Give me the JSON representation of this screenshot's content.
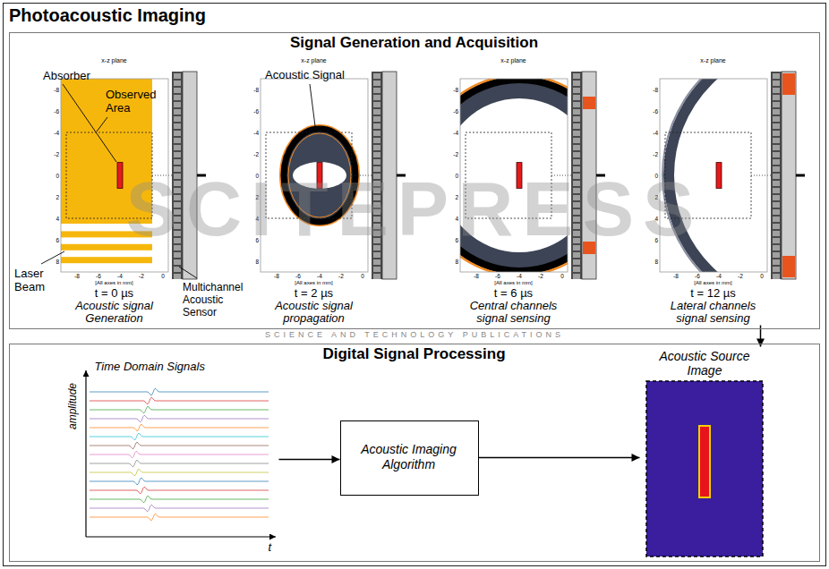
{
  "diagram": {
    "title": "Photoacoustic Imaging",
    "nodes": [
      {
        "text": [
          "Photoacoustic Imaging"
        ]
      },
      {
        "text": [
          "Signal Generation and Acquisition"
        ],
        "in": 0
      },
      {
        "text": [
          "x-z plane",
          "[All axes in mm]",
          "t = 0 µs",
          "Acoustic signal Generation"
        ],
        "in": 1
      },
      {
        "text": [
          "x-z plane",
          "[All axes in mm]",
          "t = 2 µs",
          "Acoustic signal propagation"
        ],
        "in": 1
      },
      {
        "text": [
          "x-z plane",
          "[All axes in mm]",
          "t = 6 µs",
          "Central channels signal sensing"
        ],
        "in": 1
      },
      {
        "text": [
          "x-z plane",
          "[All axes in mm]",
          "t = 12 µs",
          "Lateral channels signal sensing"
        ],
        "in": 1
      },
      {
        "text": [
          "Digital Signal Processing"
        ],
        "in": 0
      },
      {
        "text": [
          "Time Domain Signals",
          "amplitude",
          "t"
        ],
        "in": 6
      },
      {
        "text": [
          "Acoustic Imaging Algorithm"
        ],
        "in": 6
      },
      {
        "text": [
          "Acoustic Source Image"
        ],
        "in": 6
      }
    ],
    "edges": [
      {
        "from": 7,
        "to": 8,
        "arrow": "to"
      },
      {
        "from": 8,
        "to": 9,
        "arrow": "to"
      },
      {
        "from": 5,
        "to": 9,
        "arrow": "to"
      }
    ],
    "labels": [
      "Absorber",
      "Observed Area",
      "Laser Beam",
      "Multichannel Acoustic Sensor",
      "Acoustic Signal",
      "-8",
      "-6",
      "-4",
      "-2",
      "0",
      "-8",
      "-6",
      "-4",
      "-2",
      "0",
      "2",
      "4",
      "6",
      "8",
      "-8",
      "-6",
      "-4",
      "-2",
      "0",
      "-8",
      "-6",
      "-4",
      "-2",
      "0",
      "2",
      "4",
      "6",
      "8",
      "-8",
      "-6",
      "-4",
      "-2",
      "0",
      "-8",
      "-6",
      "-4",
      "-2",
      "0",
      "2",
      "4",
      "6",
      "8",
      "-8",
      "-6",
      "-4",
      "-2",
      "0",
      "-8",
      "-6",
      "-4",
      "-2",
      "0",
      "2",
      "4",
      "6",
      "8",
      "SCITEPRESS",
      "SCIENCE AND TECHNOLOGY PUBLICATIONS"
    ]
  }
}
